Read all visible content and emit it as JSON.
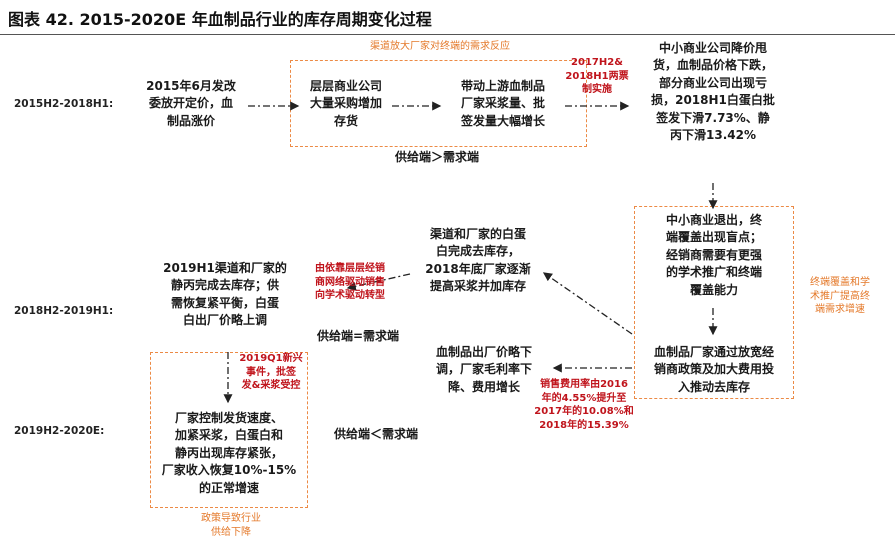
{
  "title": "图表 42. 2015-2020E 年血制品行业的库存周期变化过程",
  "periods": {
    "p1": "2015H2-2018H1:",
    "p2": "2018H2-2019H1:",
    "p3": "2019H2-2020E:"
  },
  "row1": {
    "box1": "2015年6月发改\n委放开定价，血\n制品涨价",
    "box2": "层层商业公司\n大量采购增加\n存货",
    "box3": "带动上游血制品\n厂家采浆量、批\n签发量大幅增长",
    "box4": "中小商业公司降价甩\n货，血制品价格下跌，\n部分商业公司出现亏\n损，2018H1白蛋白批\n签发下滑7.73%、静\n丙下滑13.42%",
    "top_note": "渠道放大厂家对终端的需求反应",
    "supply_demand": "供给端＞需求端",
    "policy_note": "2017H2&\n2018H1两票\n制实施"
  },
  "row2": {
    "box_right": "中小商业退出，终\n端覆盖出现盲点；\n经销商需要有更强\n的学术推广和终端\n覆盖能力",
    "right_note": "终端覆盖和学\n术推广提高终\n端需求增速",
    "box_middle_top": "渠道和厂家的白蛋\n白完成去库存，\n2018年底厂家逐渐\n提高采浆并加库存",
    "box_left": "2019H1渠道和厂家的\n静丙完成去库存；供\n需恢复紧平衡，白蛋\n白出厂价略上调",
    "mid_note": "由依靠层层经销\n商网络驱动销售\n向学术驱动转型",
    "supply_demand": "供给端=需求端",
    "box_middle_bottom": "血制品出厂价略下\n调，厂家毛利率下\n降、费用增长",
    "box_right_bottom": "血制品厂家通过放宽经\n销商政策及加大费用投\n入推动去库存",
    "expense_note": "销售费用率由2016\n年的4.55%提升至\n2017年的10.08%和\n2018年的15.39%"
  },
  "row3": {
    "event_note": "2019Q1新兴\n事件，批签\n发&采浆受控",
    "box": "厂家控制发货速度、\n加紧采浆，白蛋白和\n静丙出现库存紧张，\n厂家收入恢复10%-15%\n的正常增速",
    "supply_demand": "供给端＜需求端",
    "bottom_note": "政策导致行业\n供给下降"
  }
}
